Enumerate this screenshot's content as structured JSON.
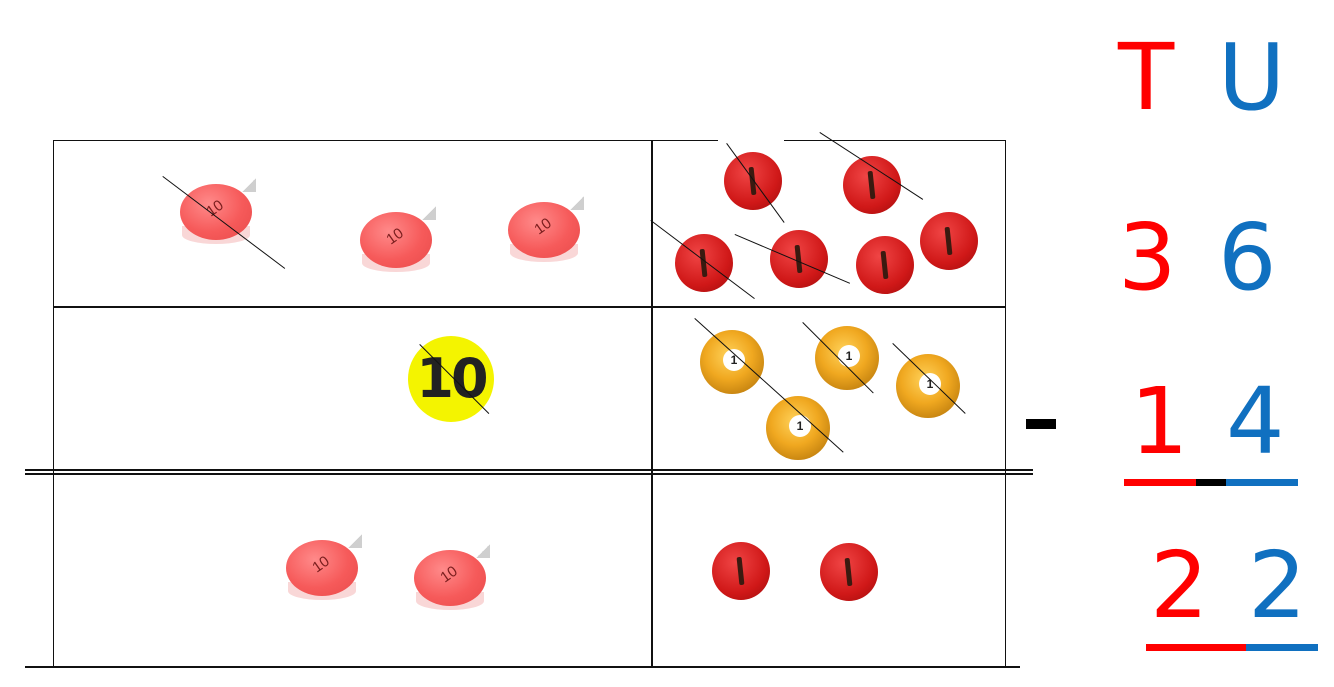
{
  "header": {
    "tens_label": "T",
    "units_label": "U"
  },
  "colors": {
    "tens": "#ff0000",
    "units": "#1070c0",
    "chip10": "#f65a5a",
    "chip1": "#d01818",
    "ball": "#f0a820",
    "token10": "#f4f400"
  },
  "minuend": {
    "tens": "3",
    "units": "6"
  },
  "subtrahend": {
    "operator": "-",
    "tens": "1",
    "units": "4"
  },
  "result": {
    "tens": "2",
    "units": "2"
  },
  "counters": {
    "ten_chip_label": "10",
    "one_ball_label": "1",
    "regroup_token_label": "10"
  },
  "rows": [
    {
      "tens_chips": 3,
      "ones_chips": 6
    },
    {
      "tens_tokens": 1,
      "ones_balls": 4
    },
    {
      "tens_chips": 2,
      "ones_chips": 2
    }
  ]
}
